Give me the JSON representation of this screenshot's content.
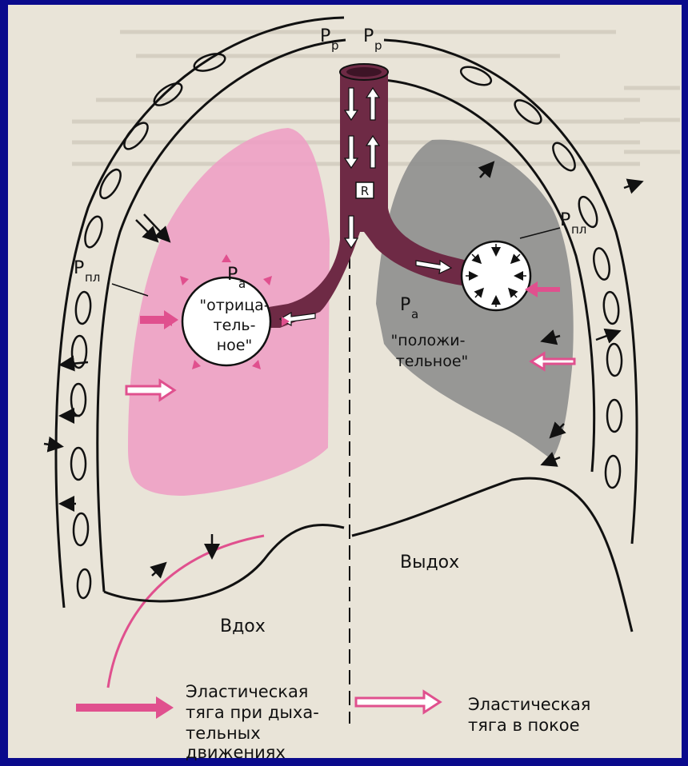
{
  "labels": {
    "p_r_left": "P",
    "p_r_left_sub": "р",
    "p_r_right": "P",
    "p_r_right_sub": "р",
    "r_box": "R",
    "p_pl_left": "P",
    "p_pl_left_sub": "пл",
    "p_pl_right": "P",
    "p_pl_right_sub": "пл",
    "p_a_left": "P",
    "p_a_left_sub": "а",
    "p_a_right": "P",
    "p_a_right_sub": "а",
    "negative_line1": "\"отрица-",
    "negative_line2": "тель-",
    "negative_line3": "ное\"",
    "positive_line1": "\"положи-",
    "positive_line2": "тельное\"",
    "inhale": "Вдох",
    "exhale": "Выдох"
  },
  "legend": {
    "breathing_line1": "Эластическая",
    "breathing_line2": "тяга при дыха-",
    "breathing_line3": "тельных",
    "breathing_line4": "движениях",
    "rest_line1": "Эластическая",
    "rest_line2": "тяга в покое"
  },
  "colors": {
    "background": "#0a0a8c",
    "paper": "#e9e4d8",
    "lung_inhale": "#ef9cc4",
    "lung_exhale": "#8e8e8e",
    "airway": "#6e2a45",
    "arrow_pink": "#e0508e"
  }
}
